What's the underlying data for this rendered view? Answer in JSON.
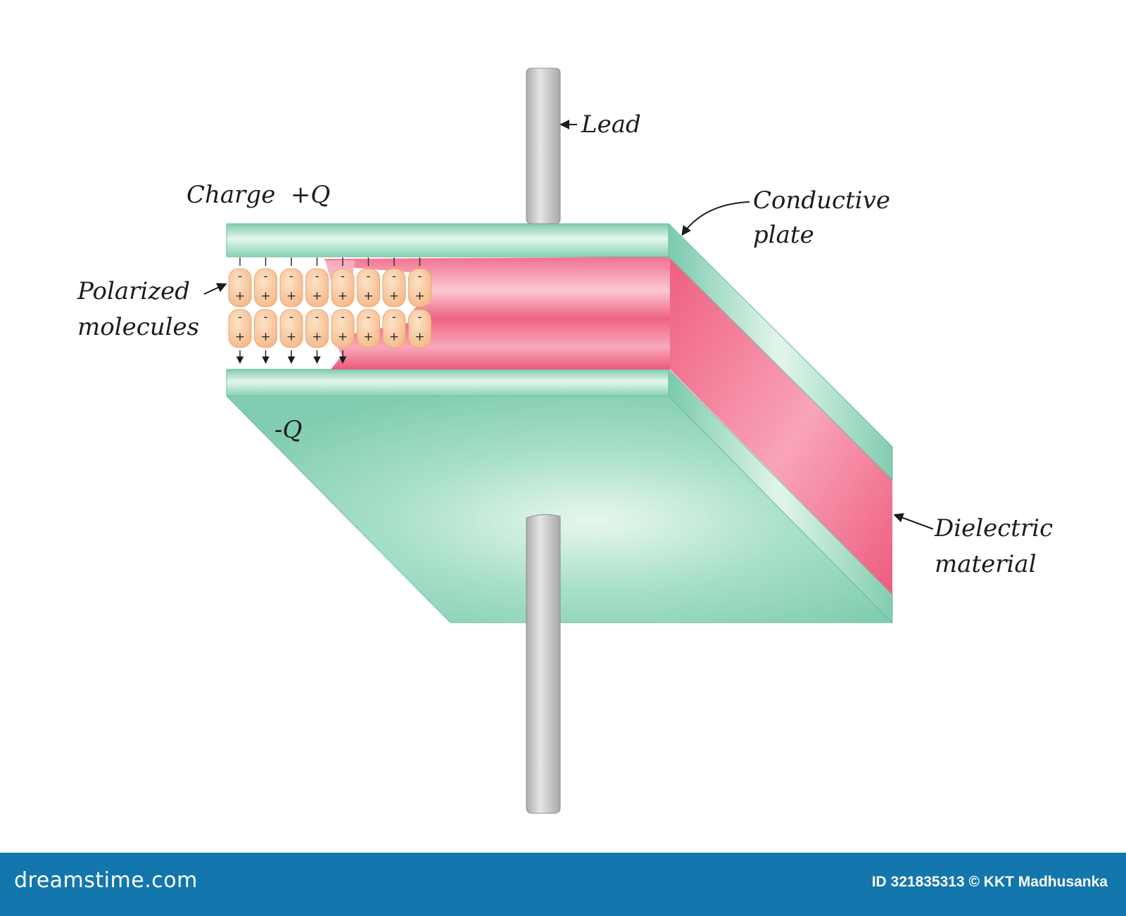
{
  "labels": {
    "lead": "Lead",
    "charge_top": "Charge  +Q",
    "conductive_plate_line1": "Conductive",
    "conductive_plate_line2": "plate",
    "polarized_line1": "Polarized",
    "polarized_line2": "molecules",
    "charge_bottom": "-Q",
    "dielectric_line1": "Dielectric",
    "dielectric_line2": "material"
  },
  "molecule_signs": {
    "plus": "+",
    "minus": "-"
  },
  "footer": {
    "brand": "dreamstime.com",
    "credit": "ID 321835313 © KKT Madhusanka"
  },
  "colors": {
    "plate": "#86d3b7",
    "dielectric": "#ee5d7e",
    "molecule": "#f9c99a",
    "lead": "#c9c9c9",
    "footer": "#1376ac"
  }
}
